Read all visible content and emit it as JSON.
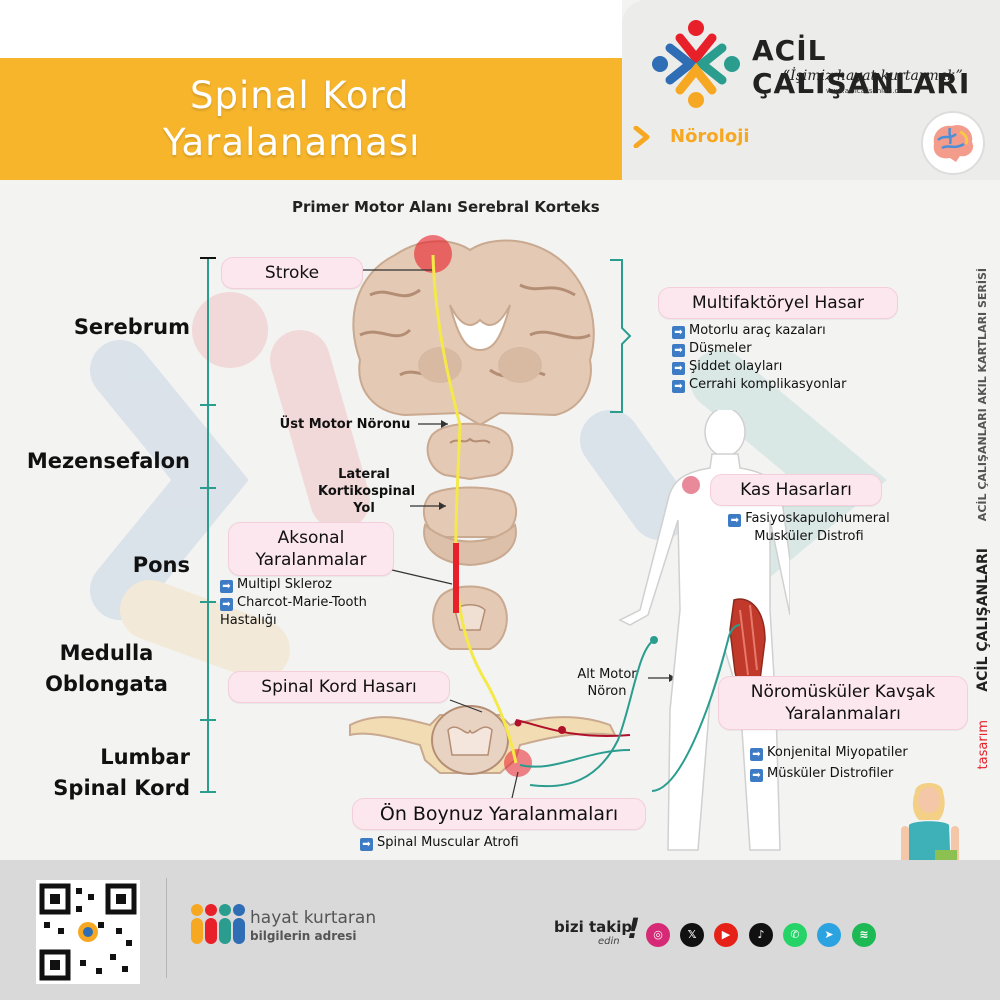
{
  "header": {
    "title_line1": "Spinal Kord",
    "title_line2": "Yaralanaması",
    "brand_name": "ACİL ÇALIŞANLARI",
    "brand_motto": "“İşimiz hayat kurtarmak”",
    "brand_url": "www.acilcalisanlari.com",
    "category": "Nöroloji"
  },
  "diagram": {
    "heading": "Primer Motor Alanı Serebral Korteks",
    "regions": [
      "Serebrum",
      "Mezensefalon",
      "Pons",
      "Medulla Oblongata",
      "Lumbar Spinal Kord"
    ],
    "stroke": "Stroke",
    "upper_motor_neuron": "Üst Motor Nöronu",
    "lateral_tract": "Lateral Kortikospinal Yol",
    "axonal": {
      "title": "Aksonal Yaralanmalar",
      "items": [
        "Multipl Skleroz",
        "Charcot-Marie-Tooth Hastalığı"
      ]
    },
    "spinal_cord_damage": "Spinal Kord Hasarı",
    "anterior_horn": {
      "title": "Ön Boynuz Yaralanmaları",
      "items": [
        "Spinal Muscular Atrofi"
      ]
    },
    "multifactorial": {
      "title": "Multifaktöryel Hasar",
      "items": [
        "Motorlu araç kazaları",
        "Düşmeler",
        "Şiddet olayları",
        "Cerrahi komplikasyonlar"
      ]
    },
    "muscle": {
      "title": "Kas Hasarları",
      "items": [
        "Fasiyoskapulohumeral Musküler Distrofi"
      ]
    },
    "lower_motor_neuron": "Alt Motor Nöron",
    "nmj": {
      "title": "Nöromüsküler Kavşak Yaralanmaları",
      "items": [
        "Konjenital Miyopatiler",
        "Müsküler Distrofiler"
      ]
    }
  },
  "side": {
    "series": "ACİL ÇALIŞANLARI AKIL KARTLARI SERİSİ",
    "design_prefix": "tasarım",
    "design_brand": "ACİL ÇALIŞANLARI"
  },
  "footer": {
    "slogan_line1": "hayat kurtaran",
    "slogan_line2": "bilgilerin adresi",
    "follow_line1": "bizi takip",
    "follow_line2": "edin",
    "social": [
      "instagram-icon",
      "x-icon",
      "youtube-icon",
      "tiktok-icon",
      "whatsapp-icon",
      "telegram-icon",
      "spotify-icon"
    ]
  },
  "colors": {
    "accent": "#f7b52c",
    "pill": "#fce7ee",
    "teal": "#2a9d8f",
    "tract": "#f5e94a",
    "lesion": "#e8202a"
  }
}
